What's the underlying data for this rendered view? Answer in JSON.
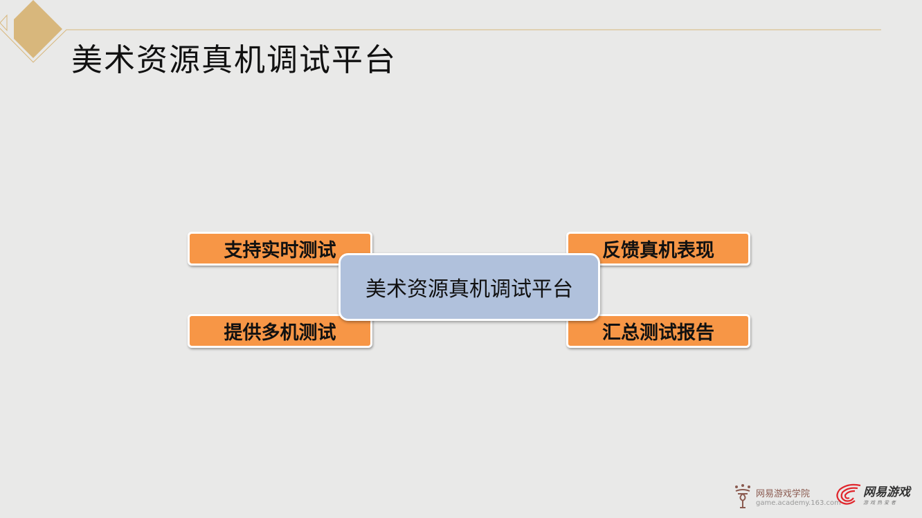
{
  "slide": {
    "title": "美术资源真机调试平台",
    "center_node": "美术资源真机调试平台",
    "nodes": [
      "支持实时测试",
      "提供多机测试",
      "反馈真机表现",
      "汇总测试报告"
    ]
  },
  "footer": {
    "academy_name": "网易游戏学院",
    "academy_url": "game.academy.163.com",
    "brand_name": "网易游戏",
    "brand_slogan": "游戏热爱者"
  },
  "colors": {
    "accent_gold": "#d8b77c",
    "node_orange": "#f79646",
    "center_blue": "#b0c1dc"
  }
}
